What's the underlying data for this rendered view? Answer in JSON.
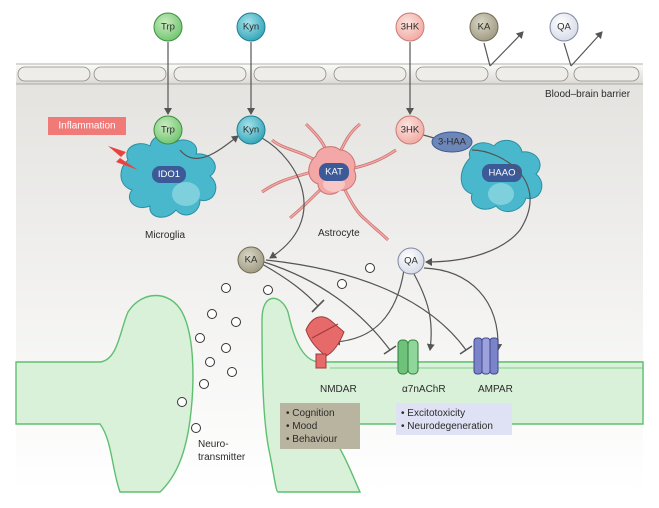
{
  "top_molecules": {
    "trp": "Trp",
    "kyn": "Kyn",
    "hk3": "3HK",
    "ka": "KA",
    "qa": "QA"
  },
  "barrier_label": "Blood–brain barrier",
  "inflammation_label": "Inflammation",
  "microglia": {
    "trp": "Trp",
    "enzyme": "IDO1",
    "label": "Microglia"
  },
  "kyn_inside": "Kyn",
  "astrocyte": {
    "enzyme": "KAT",
    "label": "Astrocyte"
  },
  "hk3_inside": "3HK",
  "haa3": "3-HAA",
  "haao_cell": {
    "enzyme": "HAAO"
  },
  "ka_brain": "KA",
  "qa_brain": "QA",
  "receptors": {
    "nmdar": "NMDAR",
    "a7nachr": "α7nAChR",
    "ampar": "AMPAR"
  },
  "neurotransmitter_label": [
    "Neuro-",
    "transmitter"
  ],
  "box_cognition": {
    "items": [
      "• Cognition",
      "• Mood",
      "• Behaviour"
    ]
  },
  "box_excitotoxicity": {
    "items": [
      "• Excitotoxicity",
      "• Neurodegeneration"
    ]
  },
  "colors": {
    "trp": "#8fd38f",
    "kyn": "#3fb6c8",
    "hk3": "#f6c2bd",
    "ka": "#b9b49b",
    "qa": "#eef1f8",
    "astrocyte": "#f4a7a7",
    "microglia": "#49b8cc",
    "haao_cell": "#49b8cc",
    "enzyme_dark": "#3c5a97",
    "inflammation": "#f07a78",
    "neuron": "#d8f0d8",
    "neuron_line": "#5fbf71",
    "barrier": "#e2e0dc",
    "box_grey": "#b9b49f",
    "box_blue": "#dfe1f4"
  }
}
